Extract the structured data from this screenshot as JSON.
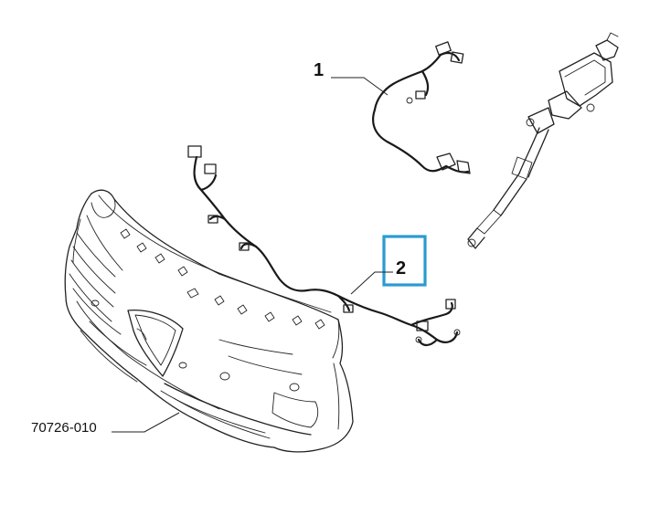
{
  "callouts": {
    "part1": "1",
    "part2": "2",
    "bumper_code": "70726-010"
  },
  "colors": {
    "highlight": "#2a9bd1",
    "line": "#222222"
  }
}
